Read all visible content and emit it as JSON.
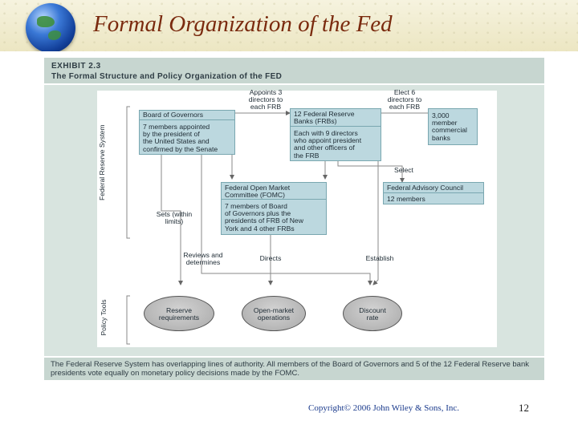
{
  "slide": {
    "title": "Formal Organization of the Fed",
    "copyright": "Copyright© 2006 John Wiley & Sons, Inc.",
    "page_number": "12"
  },
  "exhibit": {
    "label": "EXHIBIT 2.3",
    "subtitle": "The Formal Structure and Policy Organization of the FED",
    "caption": "The Federal Reserve System has overlapping lines of authority. All members of the Board of Governors and 5 of the 12 Federal Reserve bank presidents vote equally on monetary policy decisions made by the FOMC."
  },
  "diagram": {
    "side_labels": {
      "system": "Federal Reserve System",
      "tools": "Policy Tools"
    },
    "board": {
      "title": "Board of Governors",
      "body": "7 members appointed\nby the president of\nthe United States and\nconfirmed by the Senate"
    },
    "frbs": {
      "title": "12 Federal Reserve\nBanks (FRBs)",
      "body": "Each with 9 directors\nwho appoint president\nand other officers of\nthe FRB"
    },
    "banks": {
      "body": "3,000\nmember\ncommercial\nbanks"
    },
    "fomc": {
      "title": "Federal Open Market\nCommittee (FOMC)",
      "body": "7 members of Board\nof Governors plus the\npresidents of FRB of New\nYork and 4 other FRBs"
    },
    "advisory": {
      "title": "Federal Advisory Council",
      "body": "12 members"
    },
    "arrow_labels": {
      "appoints": "Appoints 3\ndirectors to\neach FRB",
      "elect": "Elect 6\ndirectors to\neach FRB",
      "select": "Select",
      "sets": "Sets (within\nlimits)",
      "reviews": "Reviews and\ndetermines",
      "directs": "Directs",
      "establish": "Establish"
    },
    "tools": {
      "reserve": "Reserve\nrequirements",
      "open_market": "Open-market\noperations",
      "discount": "Discount\nrate"
    }
  },
  "colors": {
    "title": "#7a2a0e",
    "box_fill": "#bcd8df",
    "panel": "#d8e4df",
    "tool_fill": "#a9a9a9"
  }
}
